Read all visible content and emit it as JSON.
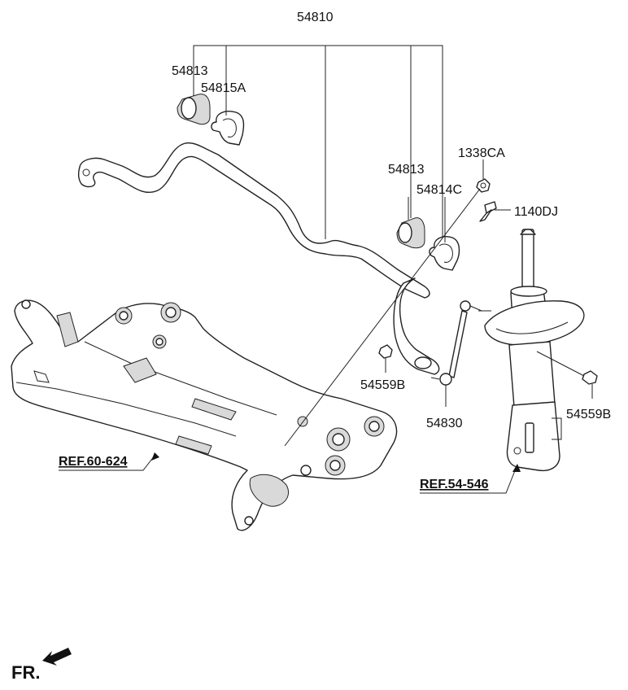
{
  "labels": {
    "stabilizer_bar": "54810",
    "bushing_left": "54813",
    "bracket_left": "54815A",
    "bushing_right": "54813",
    "bracket_right": "54814C",
    "nut_top": "1338CA",
    "bolt": "1140DJ",
    "nut_link": "54559B",
    "link": "54830",
    "nut_strut": "54559B"
  },
  "references": {
    "subframe": "REF.60-624",
    "strut": "REF.54-546"
  },
  "orientation": {
    "label": "FR."
  }
}
